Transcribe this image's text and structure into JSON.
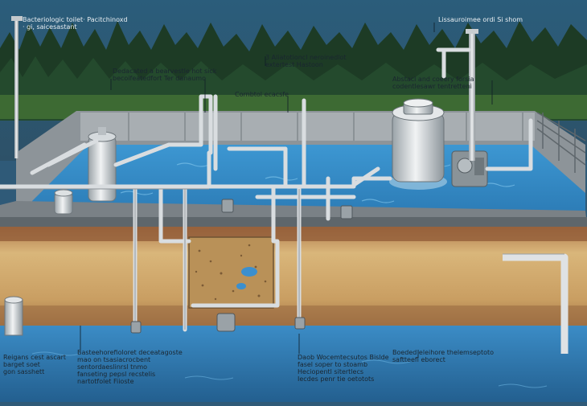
{
  "diagram": {
    "labels": [
      {
        "id": "top-left",
        "text": "Bacteriologic toilet· Pacitchinoxd\n· gi, saicesastant"
      },
      {
        "id": "top-right",
        "text": "Lissauroimee ordi Si shom"
      },
      {
        "id": "mid-center",
        "text": "3 Aliatotioncl neroinedlot\nextertest Hastoon"
      },
      {
        "id": "mid-left",
        "text": "Dedacated a bearvestle hot sick\nbecoifeatedfort Ter danaumo"
      },
      {
        "id": "mid-right",
        "text": "Abstacl and coeery forsia\ncodentlesawr tentretteni"
      },
      {
        "id": "center-small",
        "text": "Cornbtol ecacsfe"
      },
      {
        "id": "bottom-left",
        "text": "Reigans cest ascart\nbarget soet\ngon sasshett"
      },
      {
        "id": "bottom-center-left",
        "text": "Basteehorefioloret deceatagoste\nmao on tsasiacrocbent\nsentordaeslinrsl tnmo\nfanseting pepsl recstelis\nnartotfolet Fiioste"
      },
      {
        "id": "bottom-center",
        "text": "Daob Wocemtecsutos Bislde\nfasel soper to stoamb\nHeciopentl sitertlecs\nIecdes penr tie oetotots"
      },
      {
        "id": "bottom-right",
        "text": "Boeded eleihore thelemseptoto\nsaftteefl eborect"
      }
    ],
    "colors": {
      "sky": "#2a5a76",
      "forest": "#1f3d26",
      "water": "#3a8fc8",
      "soil": "#c8a56a",
      "pipe": "#d9dde0"
    }
  }
}
